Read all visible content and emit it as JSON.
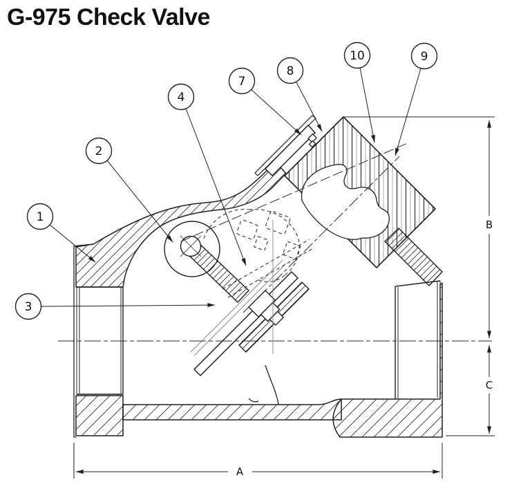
{
  "title": "G-975 Check Valve",
  "drawing_type": "technical cross-section diagram of a swing check valve",
  "colors": {
    "background": "#ffffff",
    "line": "#1f1f1f",
    "hatch": "#2b2b2b",
    "hatch_light": "#a6a6a6",
    "text": "#111111"
  },
  "balloons": [
    {
      "label": "1"
    },
    {
      "label": "2"
    },
    {
      "label": "3"
    },
    {
      "label": "4"
    },
    {
      "label": "7"
    },
    {
      "label": "8"
    },
    {
      "label": "9"
    },
    {
      "label": "10"
    }
  ],
  "dimensions": {
    "width": {
      "label": "A"
    },
    "height_top": {
      "label": "B"
    },
    "height_bottom": {
      "label": "C"
    }
  }
}
